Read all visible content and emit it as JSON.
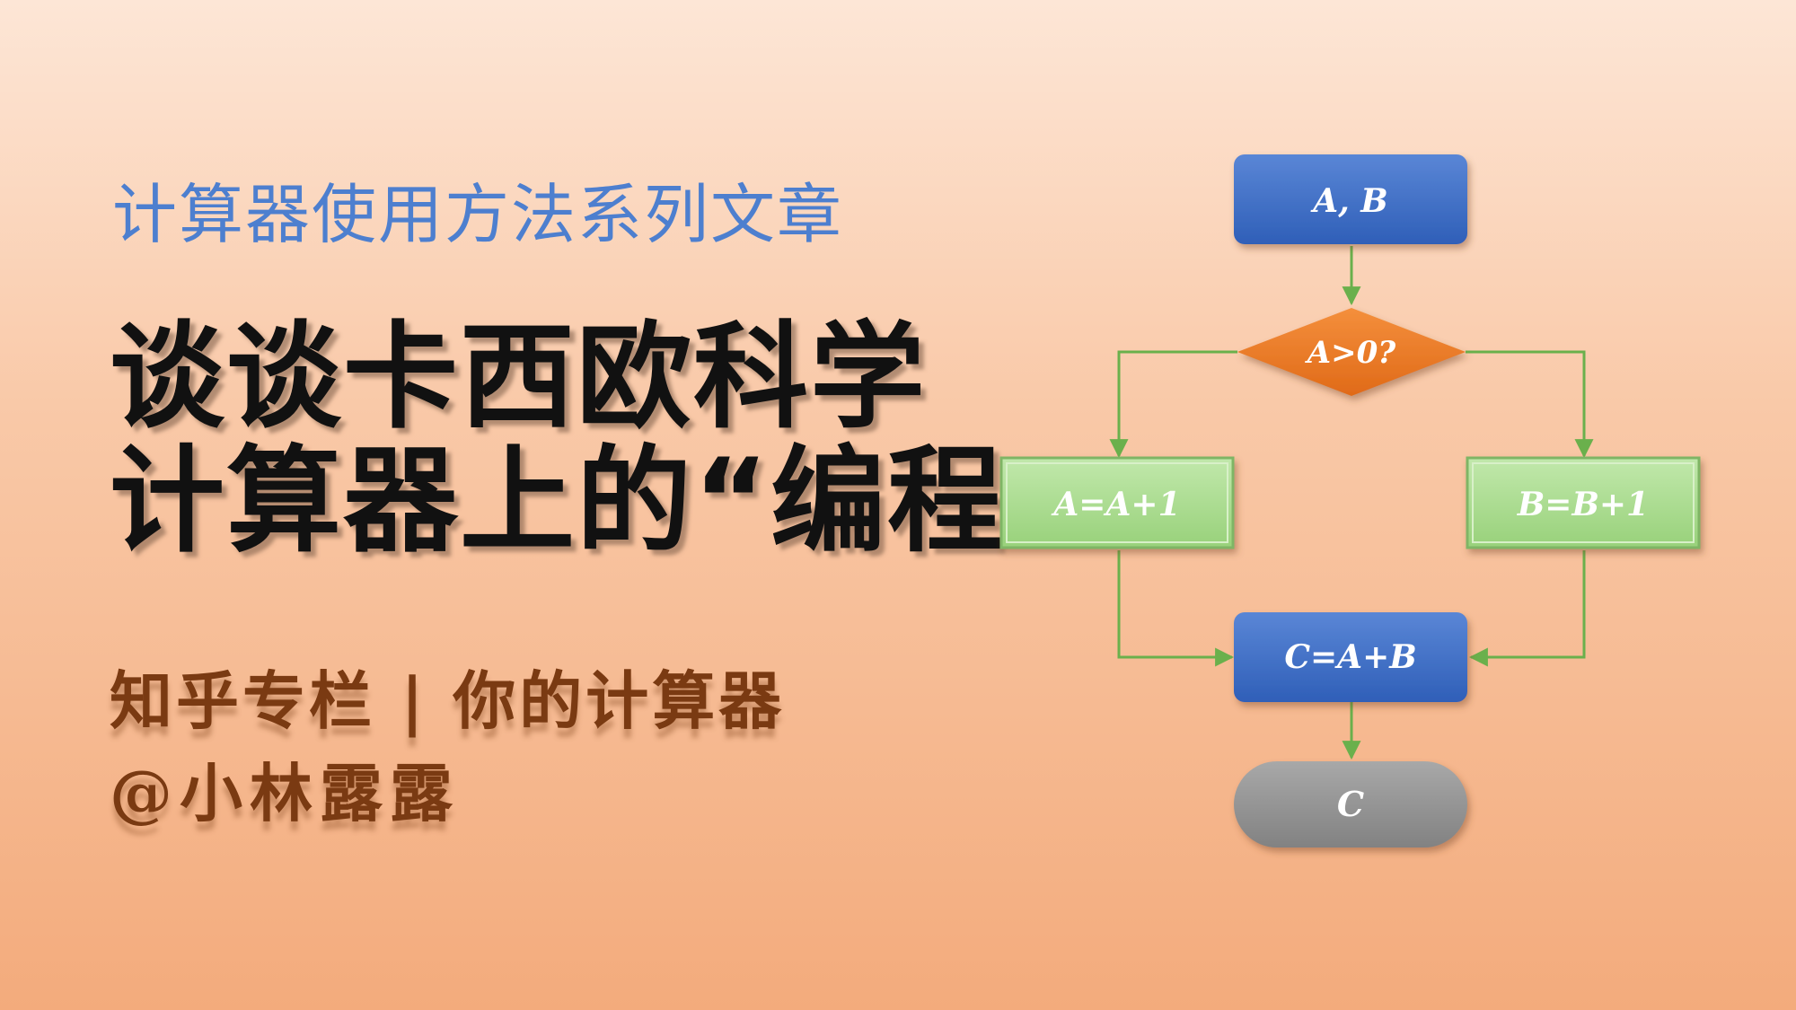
{
  "header": {
    "series": "计算器使用方法系列文章",
    "title_line1": "谈谈卡西欧科学",
    "title_line2": "计算器上的“编程”"
  },
  "footer": {
    "column": "知乎专栏 | 你的计算器",
    "author": "@小林露露"
  },
  "flowchart": {
    "input": "A, B",
    "decision": "A>0?",
    "left_process": "A=A+1",
    "right_process": "B=B+1",
    "compute": "C=A+B",
    "output": "C"
  },
  "colors": {
    "blue_node": "#3f6fc9",
    "decision": "#ec7a28",
    "process": "#a8da8e",
    "terminal": "#8f8f8f",
    "connector": "#6ab04c"
  }
}
